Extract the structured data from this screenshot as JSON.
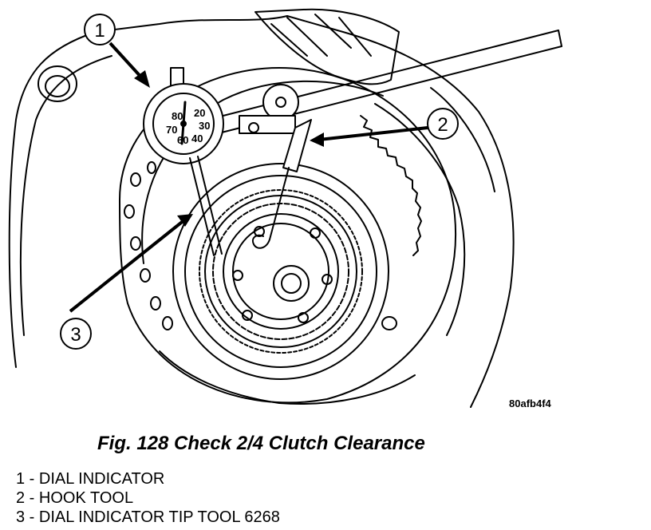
{
  "figure": {
    "drawing_code": "80afb4f4",
    "caption": "Fig. 128 Check 2/4 Clutch Clearance"
  },
  "callouts": [
    {
      "number": "1"
    },
    {
      "number": "2"
    },
    {
      "number": "3"
    }
  ],
  "legend": [
    "1 - DIAL INDICATOR",
    "2 - HOOK TOOL",
    "3 - DIAL INDICATOR TIP TOOL 6268"
  ]
}
